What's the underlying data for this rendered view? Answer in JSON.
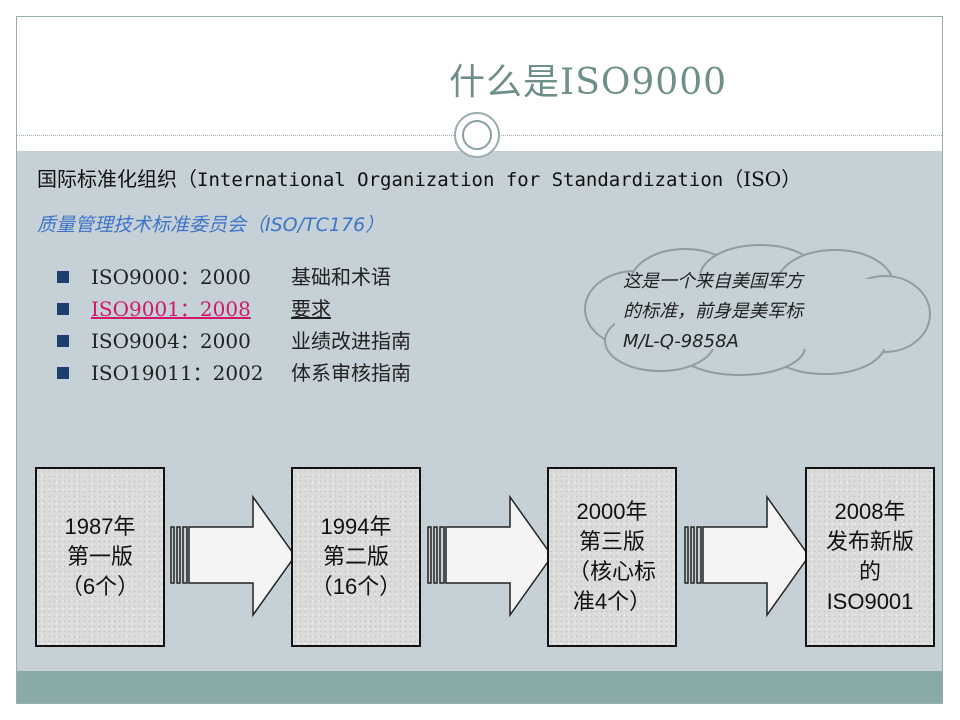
{
  "slide": {
    "title": "什么是ISO9000",
    "organization": {
      "prefix": "国际标准化组织（",
      "english": "International Organization for Standardization",
      "suffix": "（ISO）"
    },
    "committee": "质量管理技术标准委员会（ISO/TC176）",
    "standards": [
      {
        "code": "ISO9000：2000",
        "desc": "基础和术语",
        "highlight": false
      },
      {
        "code": "ISO9001：2008",
        "desc": "要求",
        "highlight": true
      },
      {
        "code": "ISO9004：2000",
        "desc": "业绩改进指南",
        "highlight": false
      },
      {
        "code": "ISO19011：2002",
        "desc": "体系审核指南",
        "highlight": false
      }
    ],
    "callout": [
      "这是一个来自美国军方",
      "的标准，前身是美军标",
      "M/L-Q-9858A"
    ],
    "timeline": [
      {
        "text": "1987年\n第一版\n（6个）"
      },
      {
        "text": "1994年\n第二版\n（16个）"
      },
      {
        "text": "2000年\n第三版\n（核心标\n准4个）"
      },
      {
        "text": "2008年\n发布新版\n的\nISO9001"
      }
    ]
  },
  "colors": {
    "title": "#6f8f8a",
    "body_bg": "#c5d1d6",
    "footer_band": "#8aaaa8",
    "committee_text": "#3f74c8",
    "highlight_text": "#d0176b",
    "bullet": "#1f3c6e"
  },
  "icons": [
    "square-bullet-icon",
    "right-arrow-icon",
    "cloud-callout-icon",
    "circle-ornament-icon"
  ]
}
